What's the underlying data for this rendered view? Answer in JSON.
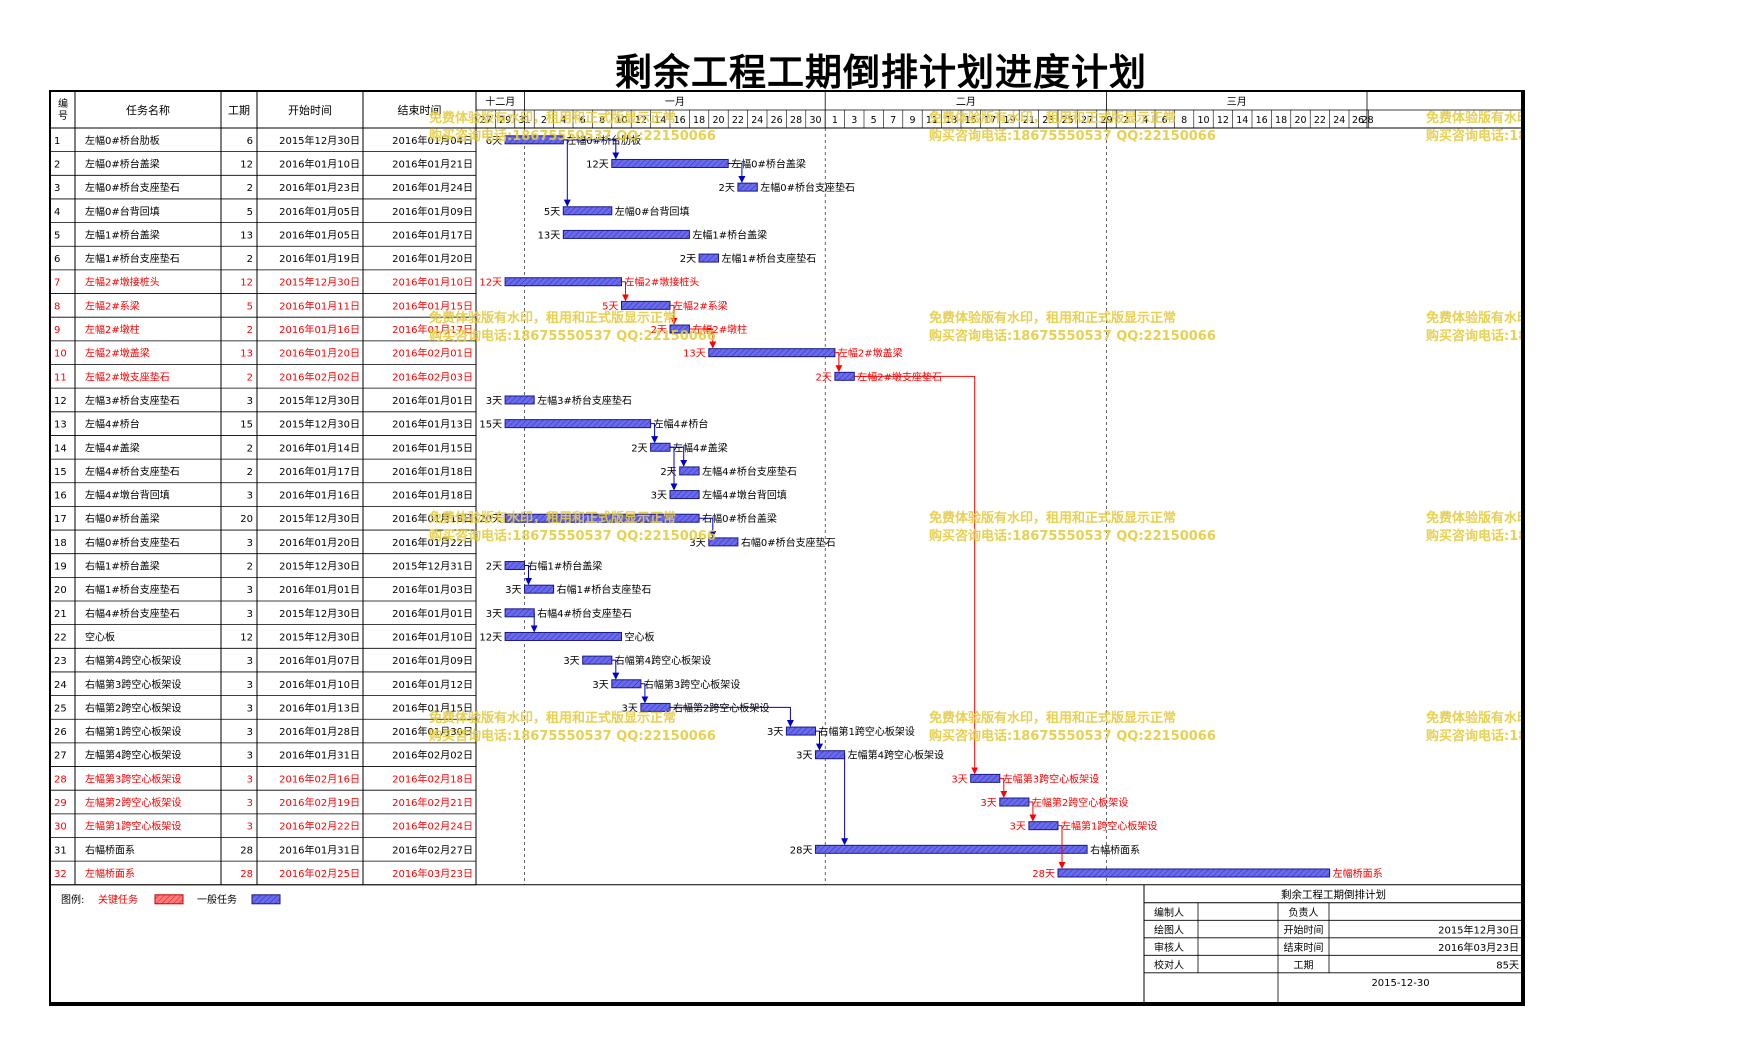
{
  "title": "剩余工程工期倒排计划进度计划",
  "chart_data": {
    "type": "gantt",
    "columns": [
      "编号",
      "任务名称",
      "工期",
      "开始时间",
      "结束时间"
    ],
    "month_labels": [
      {
        "label": "十二月",
        "start": "2015-12-27",
        "end": "2015-12-31"
      },
      {
        "label": "一月",
        "start": "2016-01-01",
        "end": "2016-01-31"
      },
      {
        "label": "二月",
        "start": "2016-02-01",
        "end": "2016-02-29"
      },
      {
        "label": "三月",
        "start": "2016-03-01",
        "end": "2016-03-31"
      }
    ],
    "axis_start": "2015-12-27",
    "axis_end": "2016-03-31",
    "tick_labels": [
      "27",
      "29",
      "31",
      "2",
      "4",
      "6",
      "8",
      "10",
      "12",
      "14",
      "16",
      "18",
      "20",
      "22",
      "24",
      "26",
      "28",
      "30",
      "1",
      "3",
      "5",
      "7",
      "9",
      "11",
      "13",
      "15",
      "17",
      "19",
      "21",
      "23",
      "25",
      "27",
      "29",
      "2",
      "4",
      "6",
      "8",
      "10",
      "12",
      "14",
      "16",
      "18",
      "20",
      "22",
      "24",
      "26",
      "28"
    ],
    "tasks": [
      {
        "id": "1",
        "name": "左幅0#桥台肋板",
        "duration": 6,
        "start": "2015年12月30日",
        "end": "2016年01月04日",
        "s": "2015-12-30",
        "e": "2016-01-04",
        "critical": false,
        "left_label": "6天",
        "right_label": "左幅0#桥台肋板"
      },
      {
        "id": "2",
        "name": "左幅0#桥台盖梁",
        "duration": 12,
        "start": "2016年01月10日",
        "end": "2016年01月21日",
        "s": "2016-01-10",
        "e": "2016-01-21",
        "critical": false,
        "left_label": "12天",
        "right_label": "左幅0#桥台盖梁"
      },
      {
        "id": "3",
        "name": "左幅0#桥台支座垫石",
        "duration": 2,
        "start": "2016年01月23日",
        "end": "2016年01月24日",
        "s": "2016-01-23",
        "e": "2016-01-24",
        "critical": false,
        "left_label": "2天",
        "right_label": "左幅0#桥台支座垫石"
      },
      {
        "id": "4",
        "name": "左幅0#台背回填",
        "duration": 5,
        "start": "2016年01月05日",
        "end": "2016年01月09日",
        "s": "2016-01-05",
        "e": "2016-01-09",
        "critical": false,
        "left_label": "5天",
        "right_label": "左幅0#台背回填"
      },
      {
        "id": "5",
        "name": "左幅1#桥台盖梁",
        "duration": 13,
        "start": "2016年01月05日",
        "end": "2016年01月17日",
        "s": "2016-01-05",
        "e": "2016-01-17",
        "critical": false,
        "left_label": "13天",
        "right_label": "左幅1#桥台盖梁"
      },
      {
        "id": "6",
        "name": "左幅1#桥台支座垫石",
        "duration": 2,
        "start": "2016年01月19日",
        "end": "2016年01月20日",
        "s": "2016-01-19",
        "e": "2016-01-20",
        "critical": false,
        "left_label": "2天",
        "right_label": "左幅1#桥台支座垫石"
      },
      {
        "id": "7",
        "name": "左幅2#墩接桩头",
        "duration": 12,
        "start": "2015年12月30日",
        "end": "2016年01月10日",
        "s": "2015-12-30",
        "e": "2016-01-10",
        "critical": true,
        "left_label": "12天",
        "right_label": "左幅2#墩接桩头"
      },
      {
        "id": "8",
        "name": "左幅2#系梁",
        "duration": 5,
        "start": "2016年01月11日",
        "end": "2016年01月15日",
        "s": "2016-01-11",
        "e": "2016-01-15",
        "critical": true,
        "left_label": "5天",
        "right_label": "左幅2#系梁"
      },
      {
        "id": "9",
        "name": "左幅2#墩柱",
        "duration": 2,
        "start": "2016年01月16日",
        "end": "2016年01月17日",
        "s": "2016-01-16",
        "e": "2016-01-17",
        "critical": true,
        "left_label": "2天",
        "right_label": "左幅2#墩柱"
      },
      {
        "id": "10",
        "name": "左幅2#墩盖梁",
        "duration": 13,
        "start": "2016年01月20日",
        "end": "2016年02月01日",
        "s": "2016-01-20",
        "e": "2016-02-01",
        "critical": true,
        "left_label": "13天",
        "right_label": "左幅2#墩盖梁"
      },
      {
        "id": "11",
        "name": "左幅2#墩支座垫石",
        "duration": 2,
        "start": "2016年02月02日",
        "end": "2016年02月03日",
        "s": "2016-02-02",
        "e": "2016-02-03",
        "critical": true,
        "left_label": "2天",
        "right_label": "左幅2#墩支座垫石"
      },
      {
        "id": "12",
        "name": "左幅3#桥台支座垫石",
        "duration": 3,
        "start": "2015年12月30日",
        "end": "2016年01月01日",
        "s": "2015-12-30",
        "e": "2016-01-01",
        "critical": false,
        "left_label": "3天",
        "right_label": "左幅3#桥台支座垫石"
      },
      {
        "id": "13",
        "name": "左幅4#桥台",
        "duration": 15,
        "start": "2015年12月30日",
        "end": "2016年01月13日",
        "s": "2015-12-30",
        "e": "2016-01-13",
        "critical": false,
        "left_label": "15天",
        "right_label": "左幅4#桥台"
      },
      {
        "id": "14",
        "name": "左幅4#盖梁",
        "duration": 2,
        "start": "2016年01月14日",
        "end": "2016年01月15日",
        "s": "2016-01-14",
        "e": "2016-01-15",
        "critical": false,
        "left_label": "2天",
        "right_label": "左幅4#盖梁"
      },
      {
        "id": "15",
        "name": "左幅4#桥台支座垫石",
        "duration": 2,
        "start": "2016年01月17日",
        "end": "2016年01月18日",
        "s": "2016-01-17",
        "e": "2016-01-18",
        "critical": false,
        "left_label": "2天",
        "right_label": "左幅4#桥台支座垫石"
      },
      {
        "id": "16",
        "name": "左幅4#墩台背回填",
        "duration": 3,
        "start": "2016年01月16日",
        "end": "2016年01月18日",
        "s": "2016-01-16",
        "e": "2016-01-18",
        "critical": false,
        "left_label": "3天",
        "right_label": "左幅4#墩台背回填"
      },
      {
        "id": "17",
        "name": "右幅0#桥台盖梁",
        "duration": 20,
        "start": "2015年12月30日",
        "end": "2016年01月18日",
        "s": "2015-12-30",
        "e": "2016-01-18",
        "critical": false,
        "left_label": "20天",
        "right_label": "右幅0#桥台盖梁"
      },
      {
        "id": "18",
        "name": "右幅0#桥台支座垫石",
        "duration": 3,
        "start": "2016年01月20日",
        "end": "2016年01月22日",
        "s": "2016-01-20",
        "e": "2016-01-22",
        "critical": false,
        "left_label": "3天",
        "right_label": "右幅0#桥台支座垫石"
      },
      {
        "id": "19",
        "name": "右幅1#桥台盖梁",
        "duration": 2,
        "start": "2015年12月30日",
        "end": "2015年12月31日",
        "s": "2015-12-30",
        "e": "2015-12-31",
        "critical": false,
        "left_label": "2天",
        "right_label": "右幅1#桥台盖梁"
      },
      {
        "id": "20",
        "name": "右幅1#桥台支座垫石",
        "duration": 3,
        "start": "2016年01月01日",
        "end": "2016年01月03日",
        "s": "2016-01-01",
        "e": "2016-01-03",
        "critical": false,
        "left_label": "3天",
        "right_label": "右幅1#桥台支座垫石"
      },
      {
        "id": "21",
        "name": "右幅4#桥台支座垫石",
        "duration": 3,
        "start": "2015年12月30日",
        "end": "2016年01月01日",
        "s": "2015-12-30",
        "e": "2016-01-01",
        "critical": false,
        "left_label": "3天",
        "right_label": "右幅4#桥台支座垫石"
      },
      {
        "id": "22",
        "name": "空心板",
        "duration": 12,
        "start": "2015年12月30日",
        "end": "2016年01月10日",
        "s": "2015-12-30",
        "e": "2016-01-10",
        "critical": false,
        "left_label": "12天",
        "right_label": "空心板"
      },
      {
        "id": "23",
        "name": "右幅第4跨空心板架设",
        "duration": 3,
        "start": "2016年01月07日",
        "end": "2016年01月09日",
        "s": "2016-01-07",
        "e": "2016-01-09",
        "critical": false,
        "left_label": "3天",
        "right_label": "右幅第4跨空心板架设"
      },
      {
        "id": "24",
        "name": "右幅第3跨空心板架设",
        "duration": 3,
        "start": "2016年01月10日",
        "end": "2016年01月12日",
        "s": "2016-01-10",
        "e": "2016-01-12",
        "critical": false,
        "left_label": "3天",
        "right_label": "右幅第3跨空心板架设"
      },
      {
        "id": "25",
        "name": "右幅第2跨空心板架设",
        "duration": 3,
        "start": "2016年01月13日",
        "end": "2016年01月15日",
        "s": "2016-01-13",
        "e": "2016-01-15",
        "critical": false,
        "left_label": "3天",
        "right_label": "右幅第2跨空心板架设"
      },
      {
        "id": "26",
        "name": "右幅第1跨空心板架设",
        "duration": 3,
        "start": "2016年01月28日",
        "end": "2016年01月30日",
        "s": "2016-01-28",
        "e": "2016-01-30",
        "critical": false,
        "left_label": "3天",
        "right_label": "右幅第1跨空心板架设"
      },
      {
        "id": "27",
        "name": "左幅第4跨空心板架设",
        "duration": 3,
        "start": "2016年01月31日",
        "end": "2016年02月02日",
        "s": "2016-01-31",
        "e": "2016-02-02",
        "critical": false,
        "left_label": "3天",
        "right_label": "左幅第4跨空心板架设"
      },
      {
        "id": "28",
        "name": "左幅第3跨空心板架设",
        "duration": 3,
        "start": "2016年02月16日",
        "end": "2016年02月18日",
        "s": "2016-02-16",
        "e": "2016-02-18",
        "critical": true,
        "left_label": "3天",
        "right_label": "左幅第3跨空心板架设"
      },
      {
        "id": "29",
        "name": "左幅第2跨空心板架设",
        "duration": 3,
        "start": "2016年02月19日",
        "end": "2016年02月21日",
        "s": "2016-02-19",
        "e": "2016-02-21",
        "critical": true,
        "left_label": "3天",
        "right_label": "左幅第2跨空心板架设"
      },
      {
        "id": "30",
        "name": "左幅第1跨空心板架设",
        "duration": 3,
        "start": "2016年02月22日",
        "end": "2016年02月24日",
        "s": "2016-02-22",
        "e": "2016-02-24",
        "critical": true,
        "left_label": "3天",
        "right_label": "左幅第1跨空心板架设"
      },
      {
        "id": "31",
        "name": "右幅桥面系",
        "duration": 28,
        "start": "2016年01月31日",
        "end": "2016年02月27日",
        "s": "2016-01-31",
        "e": "2016-02-27",
        "critical": false,
        "left_label": "28天",
        "right_label": "右幅桥面系"
      },
      {
        "id": "32",
        "name": "左幅桥面系",
        "duration": 28,
        "start": "2016年02月25日",
        "end": "2016年03月23日",
        "s": "2016-02-25",
        "e": "2016-03-23",
        "critical": true,
        "left_label": "28天",
        "right_label": "左幅桥面系"
      }
    ],
    "links_normal": [
      [
        "1",
        "2"
      ],
      [
        "1",
        "4"
      ],
      [
        "2",
        "3"
      ],
      [
        "13",
        "14"
      ],
      [
        "14",
        "15"
      ],
      [
        "14",
        "16"
      ],
      [
        "17",
        "18"
      ],
      [
        "19",
        "20"
      ],
      [
        "21",
        "22"
      ],
      [
        "23",
        "24"
      ],
      [
        "24",
        "25"
      ],
      [
        "25",
        "26"
      ],
      [
        "26",
        "27"
      ],
      [
        "27",
        "31"
      ]
    ],
    "links_critical": [
      [
        "7",
        "8"
      ],
      [
        "8",
        "9"
      ],
      [
        "9",
        "10"
      ],
      [
        "10",
        "11"
      ],
      [
        "11",
        "28"
      ],
      [
        "28",
        "29"
      ],
      [
        "29",
        "30"
      ],
      [
        "30",
        "32"
      ]
    ],
    "legend": {
      "label": "图例:",
      "critical": "关键任务",
      "normal": "一般任务"
    },
    "colors": {
      "critical_text": "#ff0000",
      "critical_bar": "#ff6060",
      "normal_bar": "#5050e0",
      "link_normal": "#0000cc",
      "link_critical": "#ff0000",
      "watermark": "#e6cc3f"
    },
    "info_table": {
      "title": "剩余工程工期倒排计划",
      "rows": [
        [
          "编制人",
          "",
          "负责人",
          ""
        ],
        [
          "绘图人",
          "",
          "开始时间",
          "2015年12月30日"
        ],
        [
          "审核人",
          "",
          "结束时间",
          "2016年03月23日"
        ],
        [
          "校对人",
          "",
          "工期",
          "85天"
        ]
      ],
      "date": "2015-12-30"
    }
  },
  "watermark": {
    "line1": "免费体验版有水印，租用和正式版显示正常",
    "line2": "购买咨询电话:18675550537 QQ:22150066"
  }
}
